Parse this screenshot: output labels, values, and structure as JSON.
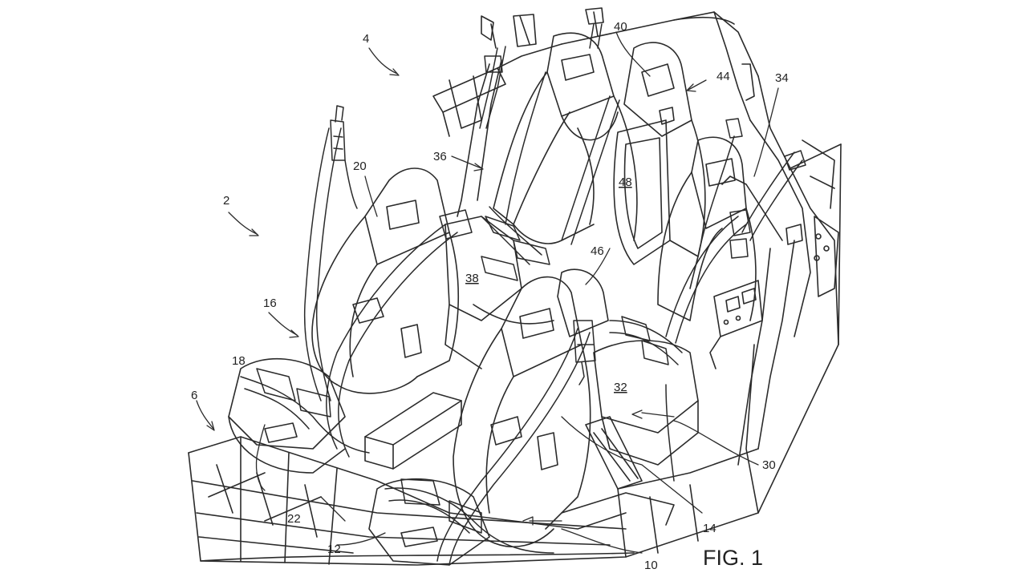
{
  "figure": {
    "caption": "FIG. 1",
    "labels": [
      {
        "id": "ref-2",
        "text": "2"
      },
      {
        "id": "ref-4",
        "text": "4"
      },
      {
        "id": "ref-6",
        "text": "6"
      },
      {
        "id": "ref-10",
        "text": "10"
      },
      {
        "id": "ref-12",
        "text": "12"
      },
      {
        "id": "ref-14",
        "text": "14"
      },
      {
        "id": "ref-16",
        "text": "16"
      },
      {
        "id": "ref-18",
        "text": "18"
      },
      {
        "id": "ref-20",
        "text": "20"
      },
      {
        "id": "ref-22",
        "text": "22"
      },
      {
        "id": "ref-30",
        "text": "30"
      },
      {
        "id": "ref-32",
        "text": "32"
      },
      {
        "id": "ref-34",
        "text": "34"
      },
      {
        "id": "ref-36",
        "text": "36"
      },
      {
        "id": "ref-38",
        "text": "38"
      },
      {
        "id": "ref-40",
        "text": "40"
      },
      {
        "id": "ref-44",
        "text": "44"
      },
      {
        "id": "ref-46",
        "text": "46"
      },
      {
        "id": "ref-48",
        "text": "48"
      }
    ]
  },
  "colors": {
    "line": "#2b2b2b",
    "background": "#ffffff"
  }
}
